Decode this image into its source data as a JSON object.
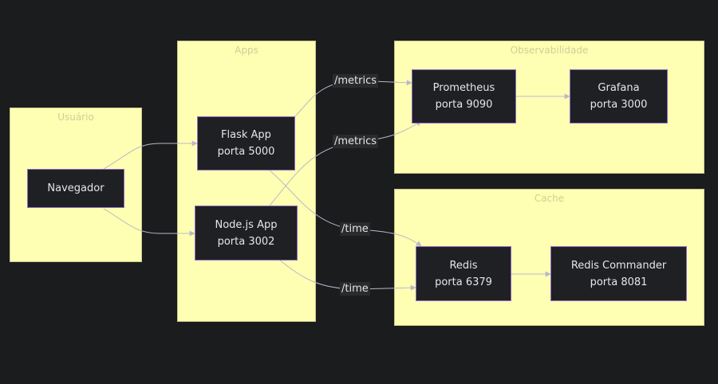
{
  "clusters": {
    "usuario": "Usuário",
    "apps": "Apps",
    "observabilidade": "Observabilidade",
    "cache": "Cache"
  },
  "nodes": {
    "navegador": {
      "line1": "Navegador"
    },
    "flask": {
      "line1": "Flask App",
      "line2": "porta 5000"
    },
    "node": {
      "line1": "Node.js App",
      "line2": "porta 3002"
    },
    "prometheus": {
      "line1": "Prometheus",
      "line2": "porta 9090"
    },
    "grafana": {
      "line1": "Grafana",
      "line2": "porta 3000"
    },
    "redis": {
      "line1": "Redis",
      "line2": "porta 6379"
    },
    "rediscmd": {
      "line1": "Redis Commander",
      "line2": "porta 8081"
    }
  },
  "edge_labels": {
    "flask_metrics": "/metrics",
    "node_metrics": "/metrics",
    "flask_time": "/time",
    "node_time": "/time"
  },
  "colors": {
    "background": "#1b1c1e",
    "cluster_fill": "#ffffb3",
    "node_fill": "#1f2023",
    "node_border": "#8c6cc8",
    "edge": "#b8b8c8"
  }
}
